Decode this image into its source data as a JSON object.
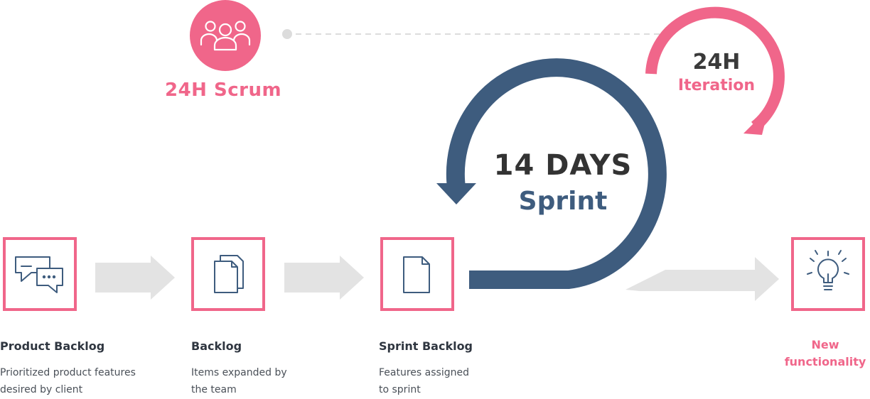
{
  "scrum": {
    "label": "24H Scrum",
    "icon": "team-icon"
  },
  "iteration": {
    "title": "24H",
    "subtitle": "Iteration"
  },
  "sprint": {
    "title": "14 DAYS",
    "subtitle": "Sprint"
  },
  "stages": [
    {
      "title": "Product Backlog",
      "desc_line1": "Prioritized product features",
      "desc_line2": "desired by client",
      "icon": "chat-bubbles-icon"
    },
    {
      "title": "Backlog",
      "desc_line1": "Items expanded by",
      "desc_line2": "the team",
      "icon": "documents-icon"
    },
    {
      "title": "Sprint Backlog",
      "desc_line1": "Features assigned",
      "desc_line2": "to sprint",
      "icon": "document-icon"
    }
  ],
  "output": {
    "line1": "New",
    "line2": "functionality",
    "icon": "lightbulb-icon"
  },
  "colors": {
    "accent_pink": "#f0668a",
    "sprint_navy": "#3e5c7e",
    "arrow_gray": "#e3e3e3",
    "dark_text": "#333333"
  }
}
